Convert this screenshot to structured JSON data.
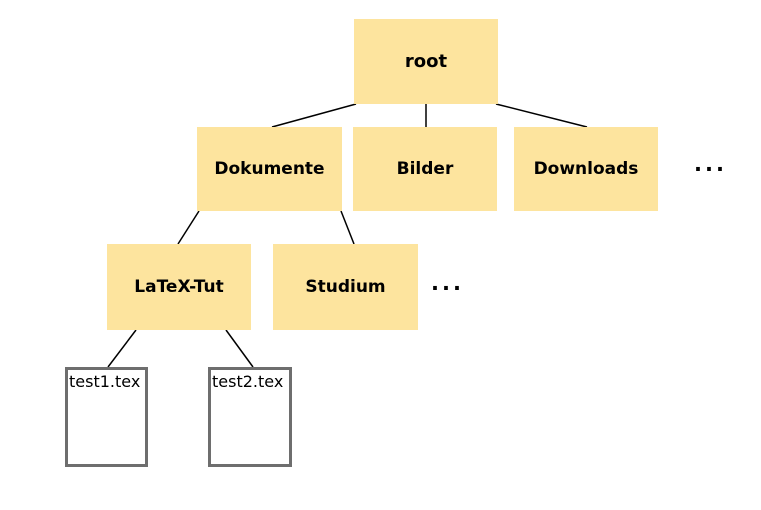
{
  "diagram": {
    "nodes": {
      "root": {
        "label": "root",
        "type": "folder"
      },
      "dokumente": {
        "label": "Dokumente",
        "type": "folder"
      },
      "bilder": {
        "label": "Bilder",
        "type": "folder"
      },
      "downloads": {
        "label": "Downloads",
        "type": "folder"
      },
      "latex_tut": {
        "label": "LaTeX-Tut",
        "type": "folder"
      },
      "studium": {
        "label": "Studium",
        "type": "folder"
      },
      "test1": {
        "label": "test1.tex",
        "type": "file"
      },
      "test2": {
        "label": "test2.tex",
        "type": "file"
      }
    },
    "ellipses": {
      "level2": {
        "label": "..."
      },
      "level3": {
        "label": "..."
      }
    },
    "edges": [
      {
        "from": "root",
        "to": "dokumente"
      },
      {
        "from": "root",
        "to": "bilder"
      },
      {
        "from": "root",
        "to": "downloads"
      },
      {
        "from": "dokumente",
        "to": "latex_tut"
      },
      {
        "from": "dokumente",
        "to": "studium"
      },
      {
        "from": "latex_tut",
        "to": "test1"
      },
      {
        "from": "latex_tut",
        "to": "test2"
      }
    ]
  },
  "colors": {
    "folder_fill": "#fde49e",
    "file_border": "#6e6e6e",
    "line_color": "#000000",
    "text_color": "#000000",
    "background": "#ffffff"
  }
}
